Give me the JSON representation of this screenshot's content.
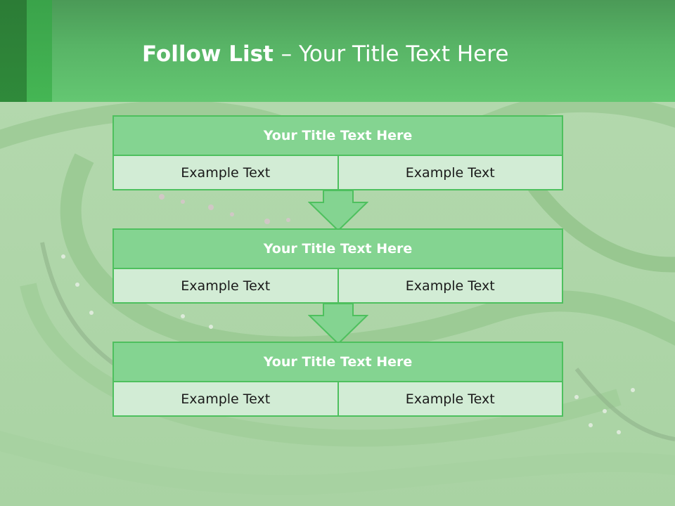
{
  "header": {
    "title_strong": "Follow List ",
    "title_rest": " – Your Title Text Here"
  },
  "colors": {
    "header_green": "#5cbd6a",
    "box_title_fill": "#84d491",
    "box_cell_fill": "#d2ecd5",
    "border_green": "#4ec05e"
  },
  "blocks": [
    {
      "title": "Your Title Text Here",
      "cells": [
        "Example Text",
        "Example Text"
      ]
    },
    {
      "title": "Your Title Text Here",
      "cells": [
        "Example Text",
        "Example Text"
      ]
    },
    {
      "title": "Your Title Text Here",
      "cells": [
        "Example Text",
        "Example Text"
      ]
    }
  ],
  "connectors": [
    "arrow-down-icon",
    "arrow-down-icon"
  ]
}
